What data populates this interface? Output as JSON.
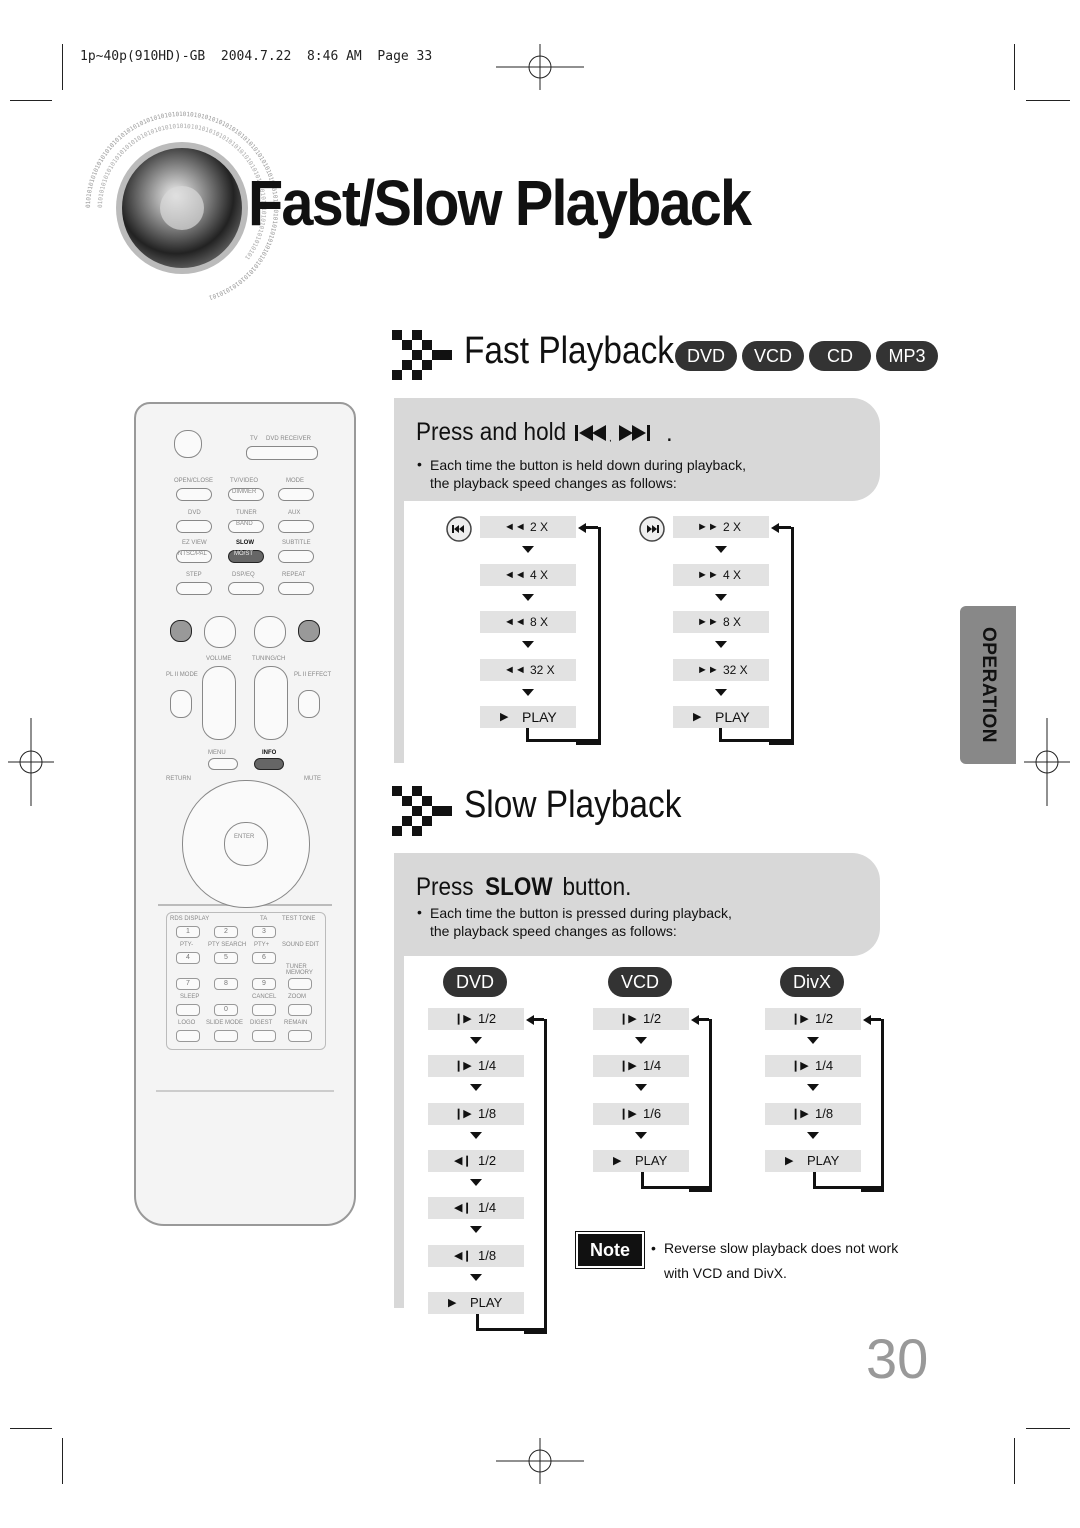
{
  "print_header": "1p~40p(910HD)-GB  2004.7.22  8:46 AM  Page 33",
  "title": "Fast/Slow Playback",
  "binary_decoration": "0101010101010101010101010101",
  "fast": {
    "heading": "Fast Playback",
    "badges": [
      "DVD",
      "VCD",
      "CD",
      "MP3"
    ],
    "instruction": "Press and hold",
    "instruction_end": ".",
    "bullet": "•",
    "desc_line1": "Each time the button is held down during playback,",
    "desc_line2": "the playback speed changes as follows:",
    "rewind": [
      "2 X",
      "4 X",
      "8 X",
      "32 X",
      "PLAY"
    ],
    "forward": [
      "2 X",
      "4 X",
      "8 X",
      "32 X",
      "PLAY"
    ]
  },
  "slow": {
    "heading": "Slow Playback",
    "instruction_pre": "Press",
    "instruction_key": "SLOW",
    "instruction_post": "button.",
    "bullet": "•",
    "desc_line1": "Each time the button is pressed during playback,",
    "desc_line2": "the playback speed changes as follows:",
    "columns": [
      {
        "label": "DVD",
        "steps": [
          "1/2",
          "1/4",
          "1/8",
          "1/2",
          "1/4",
          "1/8",
          "PLAY"
        ],
        "reverse": [
          false,
          false,
          false,
          true,
          true,
          true,
          false
        ]
      },
      {
        "label": "VCD",
        "steps": [
          "1/2",
          "1/4",
          "1/6",
          "PLAY"
        ],
        "reverse": [
          false,
          false,
          false,
          false
        ]
      },
      {
        "label": "DivX",
        "steps": [
          "1/2",
          "1/4",
          "1/8",
          "PLAY"
        ],
        "reverse": [
          false,
          false,
          false,
          false
        ]
      }
    ]
  },
  "note": {
    "label": "Note",
    "bullet": "•",
    "line1": "Reverse slow playback does not work",
    "line2": "with VCD and DivX."
  },
  "side_tab": "OPERATION",
  "page_number": "30",
  "remote": {
    "labels": {
      "tv": "TV",
      "dvd_receiver": "DVD RECEIVER",
      "open_close": "OPEN/CLOSE",
      "tv_video": "TV/VIDEO",
      "mode": "MODE",
      "dimmer": "DIMMER",
      "dvd": "DVD",
      "tuner": "TUNER",
      "aux": "AUX",
      "band": "BAND",
      "ez_view": "EZ VIEW",
      "slow": "SLOW",
      "subtitle": "SUBTITLE",
      "ntsc_pal": "NTSC/PAL",
      "mo_st": "MO/ST",
      "step": "STEP",
      "dsp_eq": "DSP/EQ",
      "repeat": "REPEAT",
      "volume": "VOLUME",
      "tuning_ch": "TUNING/CH",
      "pl2_mode": "PL II MODE",
      "pl2_effect": "PL II EFFECT",
      "menu": "MENU",
      "info": "INFO",
      "return": "RETURN",
      "mute": "MUTE",
      "enter": "ENTER",
      "rds_display": "RDS DISPLAY",
      "ta": "TA",
      "test_tone": "TEST TONE",
      "pty_minus": "PTY-",
      "pty_search": "PTY SEARCH",
      "pty_plus": "PTY+",
      "sound_edit": "SOUND EDIT",
      "tuner_memory": "TUNER MEMORY",
      "sleep": "SLEEP",
      "cancel": "CANCEL",
      "zoom": "ZOOM",
      "logo": "LOGO",
      "slide_mode": "SLIDE MODE",
      "digest": "DIGEST",
      "remain": "REMAIN"
    },
    "numbers": [
      "1",
      "2",
      "3",
      "4",
      "5",
      "6",
      "7",
      "8",
      "9",
      "0"
    ]
  }
}
